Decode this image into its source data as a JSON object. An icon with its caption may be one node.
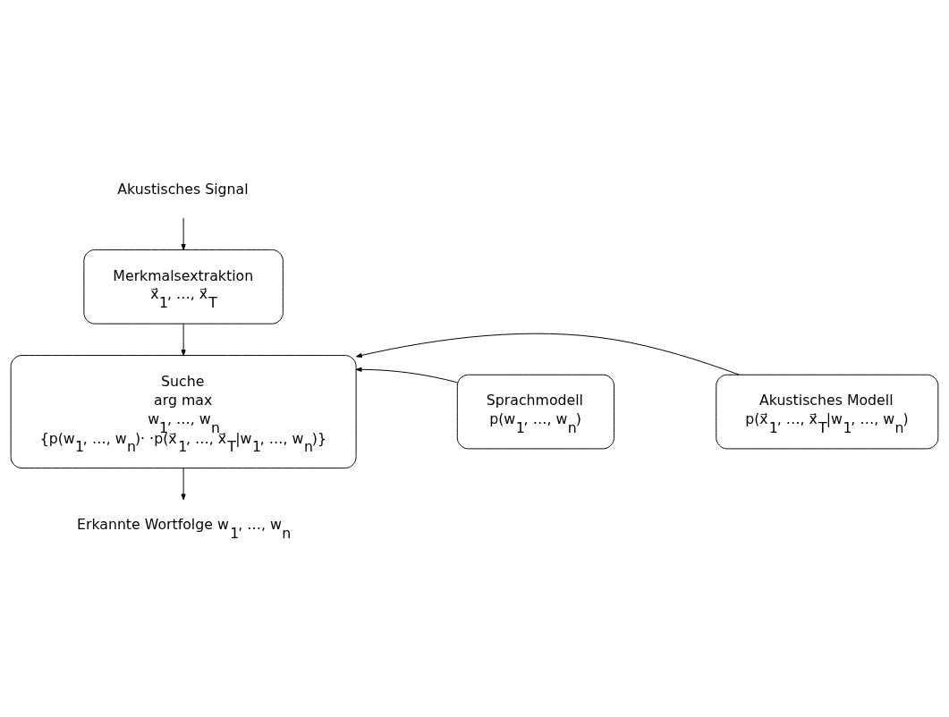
{
  "diagram": {
    "nodes": [
      {
        "text": [
          "Akustisches Signal"
        ]
      },
      {
        "text": [
          "Merkmalsextraktion",
          "x⃗$_{1}$, …, x⃗$_{T}$"
        ]
      },
      {
        "text": [
          "Suche",
          "arg max",
          "w$_{1}$, …, w$_{n}$",
          "{p(w$_{1}$, …, w$_{n}$)· ·p(x⃗$_{1}$, …, x⃗$_{T}$|w$_{1}$, …, w$_{n}$)}"
        ]
      },
      {
        "text": [
          "Sprachmodell",
          "p(w$_{1}$, …, w$_{n}$)"
        ]
      },
      {
        "text": [
          "Akustisches Modell",
          "p(x⃗$_{1}$, …, x⃗$_{T}$|w$_{1}$, …, w$_{n}$)"
        ]
      },
      {
        "text": [
          "Erkannte Wortfolge w$_{1}$, …, w$_{n}$"
        ]
      }
    ],
    "edges": [
      {
        "from": 0,
        "to": 1,
        "arrow": "to"
      },
      {
        "from": 1,
        "to": 2,
        "arrow": "to"
      },
      {
        "from": 3,
        "to": 2,
        "arrow": "to"
      },
      {
        "from": 4,
        "to": 2,
        "arrow": "to"
      },
      {
        "from": 2,
        "to": 5,
        "arrow": "to"
      }
    ]
  }
}
